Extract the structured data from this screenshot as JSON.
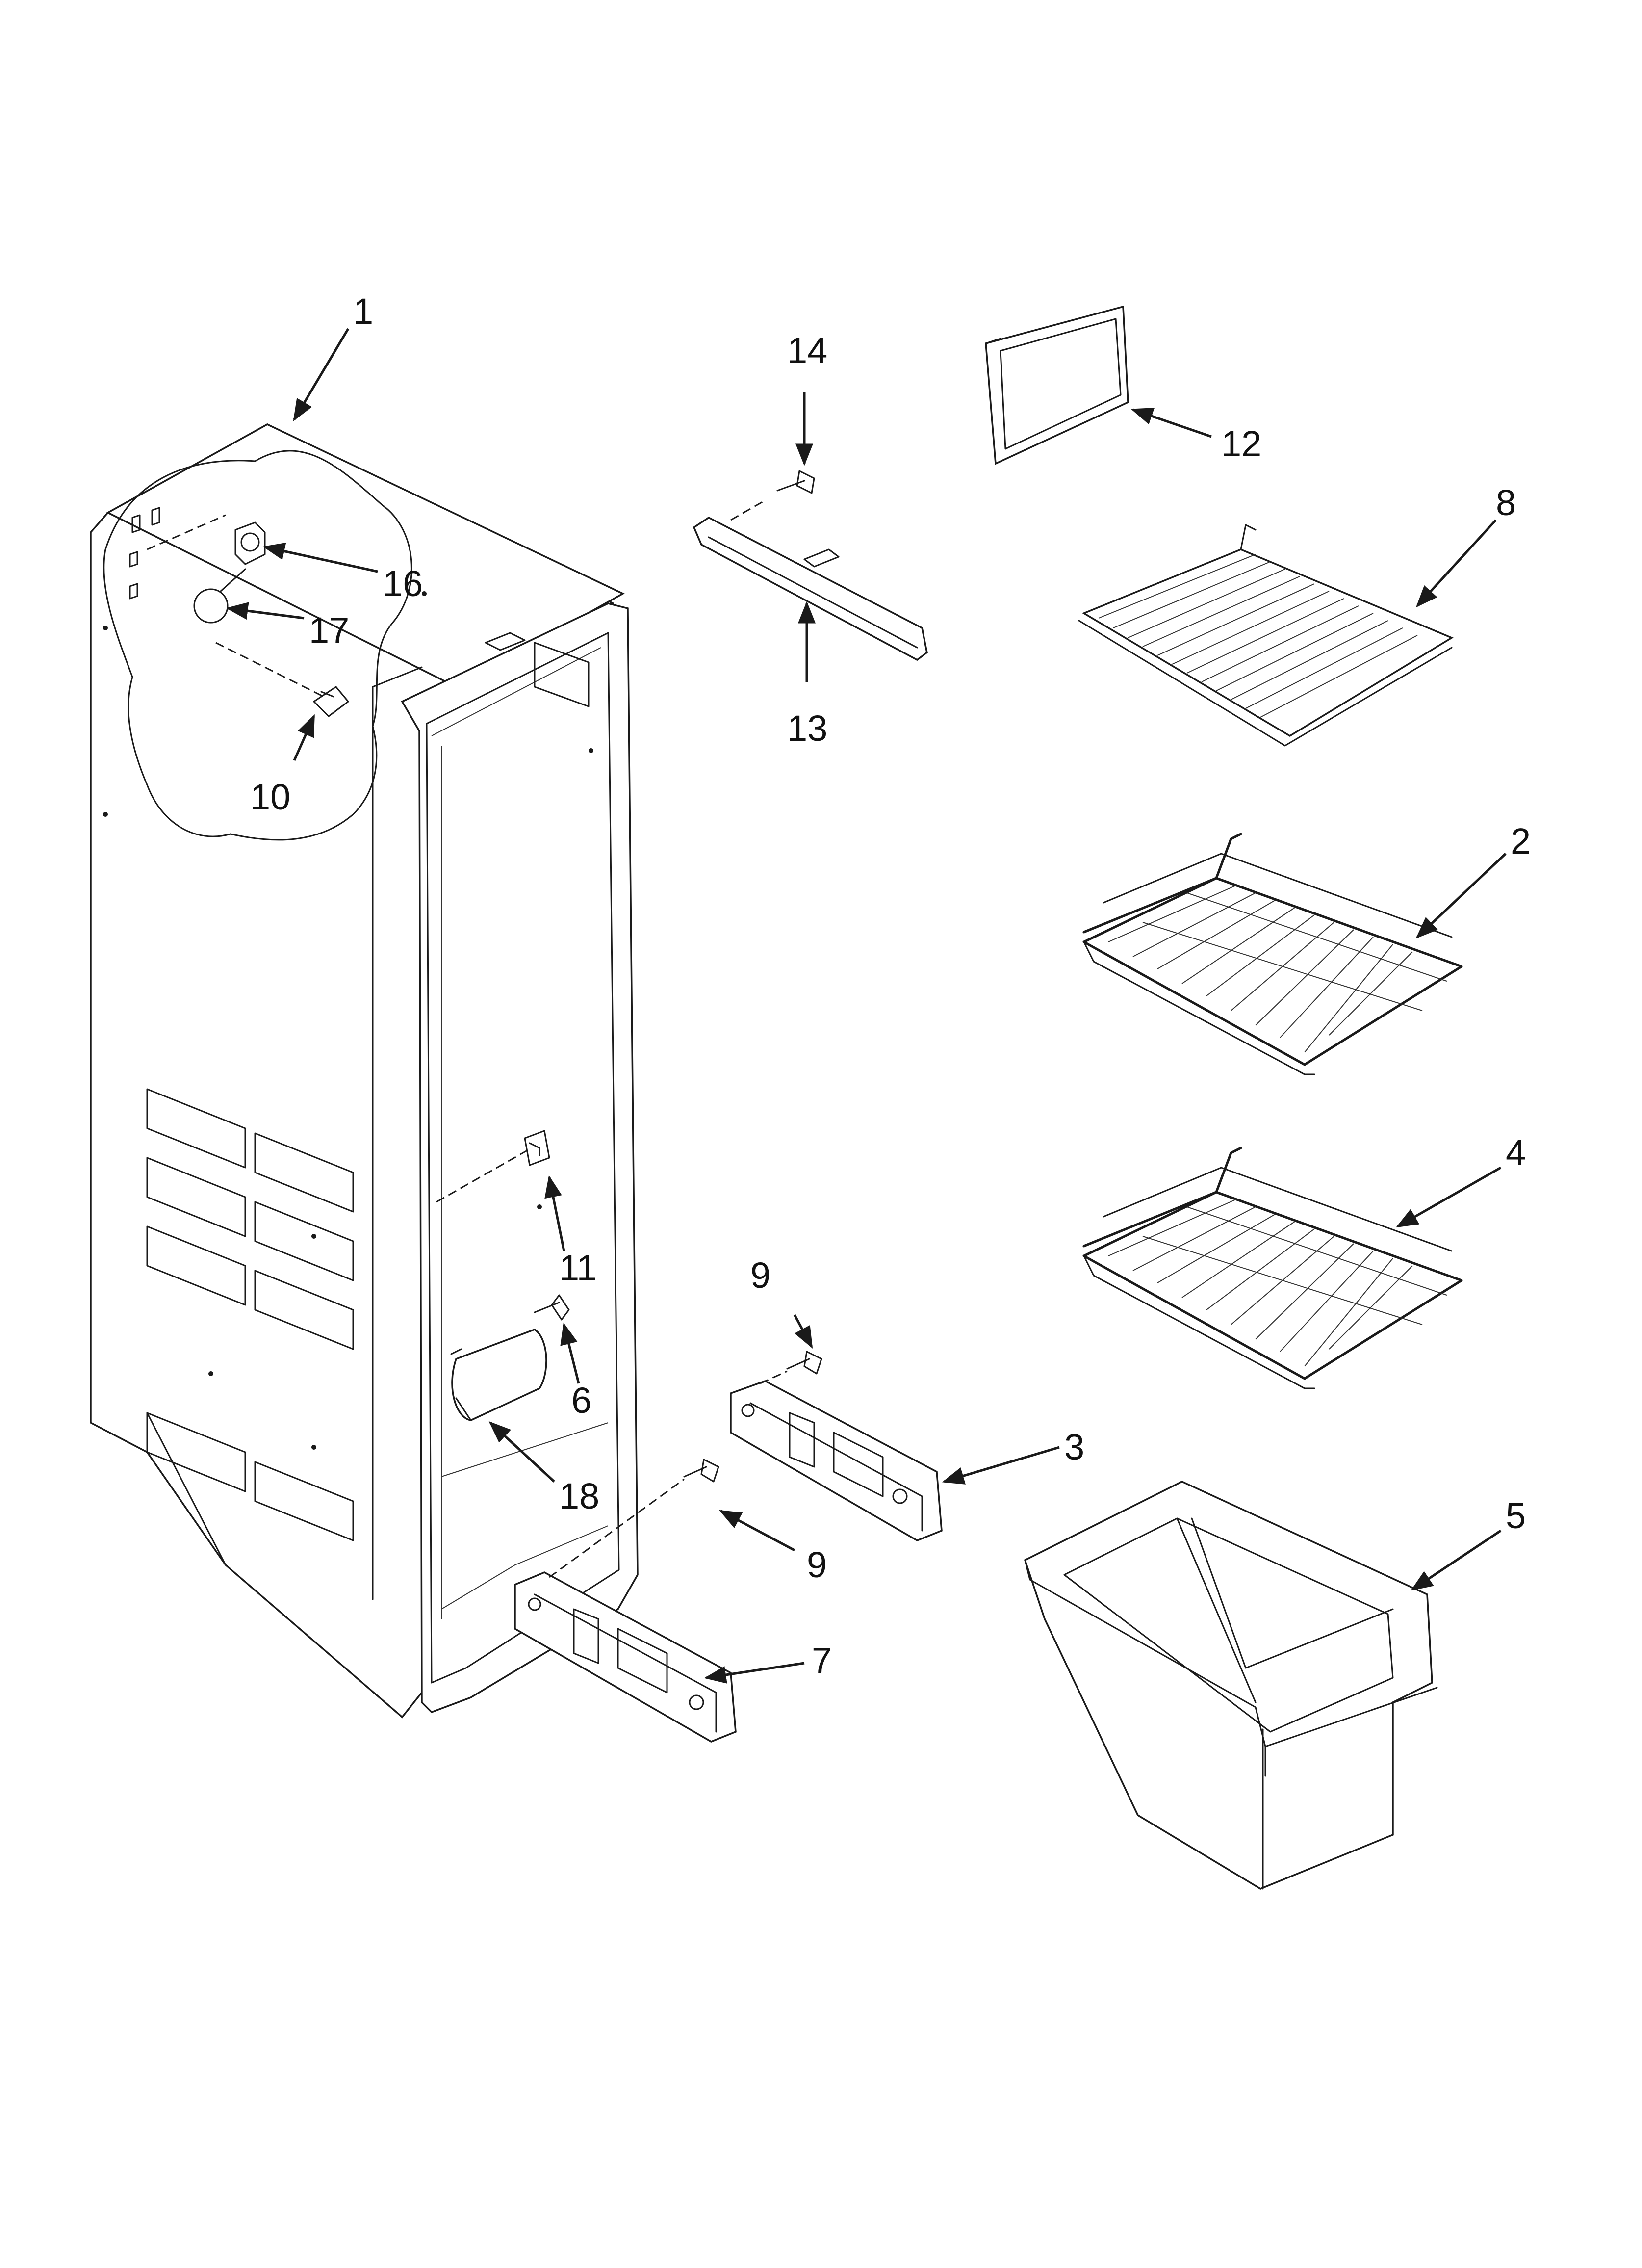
{
  "diagram": {
    "callouts": [
      {
        "id": "c1",
        "label": "1"
      },
      {
        "id": "c2",
        "label": "2"
      },
      {
        "id": "c3",
        "label": "3"
      },
      {
        "id": "c4",
        "label": "4"
      },
      {
        "id": "c5",
        "label": "5"
      },
      {
        "id": "c6",
        "label": "6"
      },
      {
        "id": "c7",
        "label": "7"
      },
      {
        "id": "c8",
        "label": "8"
      },
      {
        "id": "c9a",
        "label": "9"
      },
      {
        "id": "c9b",
        "label": "9"
      },
      {
        "id": "c10",
        "label": "10"
      },
      {
        "id": "c11",
        "label": "11"
      },
      {
        "id": "c12",
        "label": "12"
      },
      {
        "id": "c13",
        "label": "13"
      },
      {
        "id": "c14",
        "label": "14"
      },
      {
        "id": "c16",
        "label": "16"
      },
      {
        "id": "c17",
        "label": "17"
      },
      {
        "id": "c18",
        "label": "18"
      }
    ]
  }
}
